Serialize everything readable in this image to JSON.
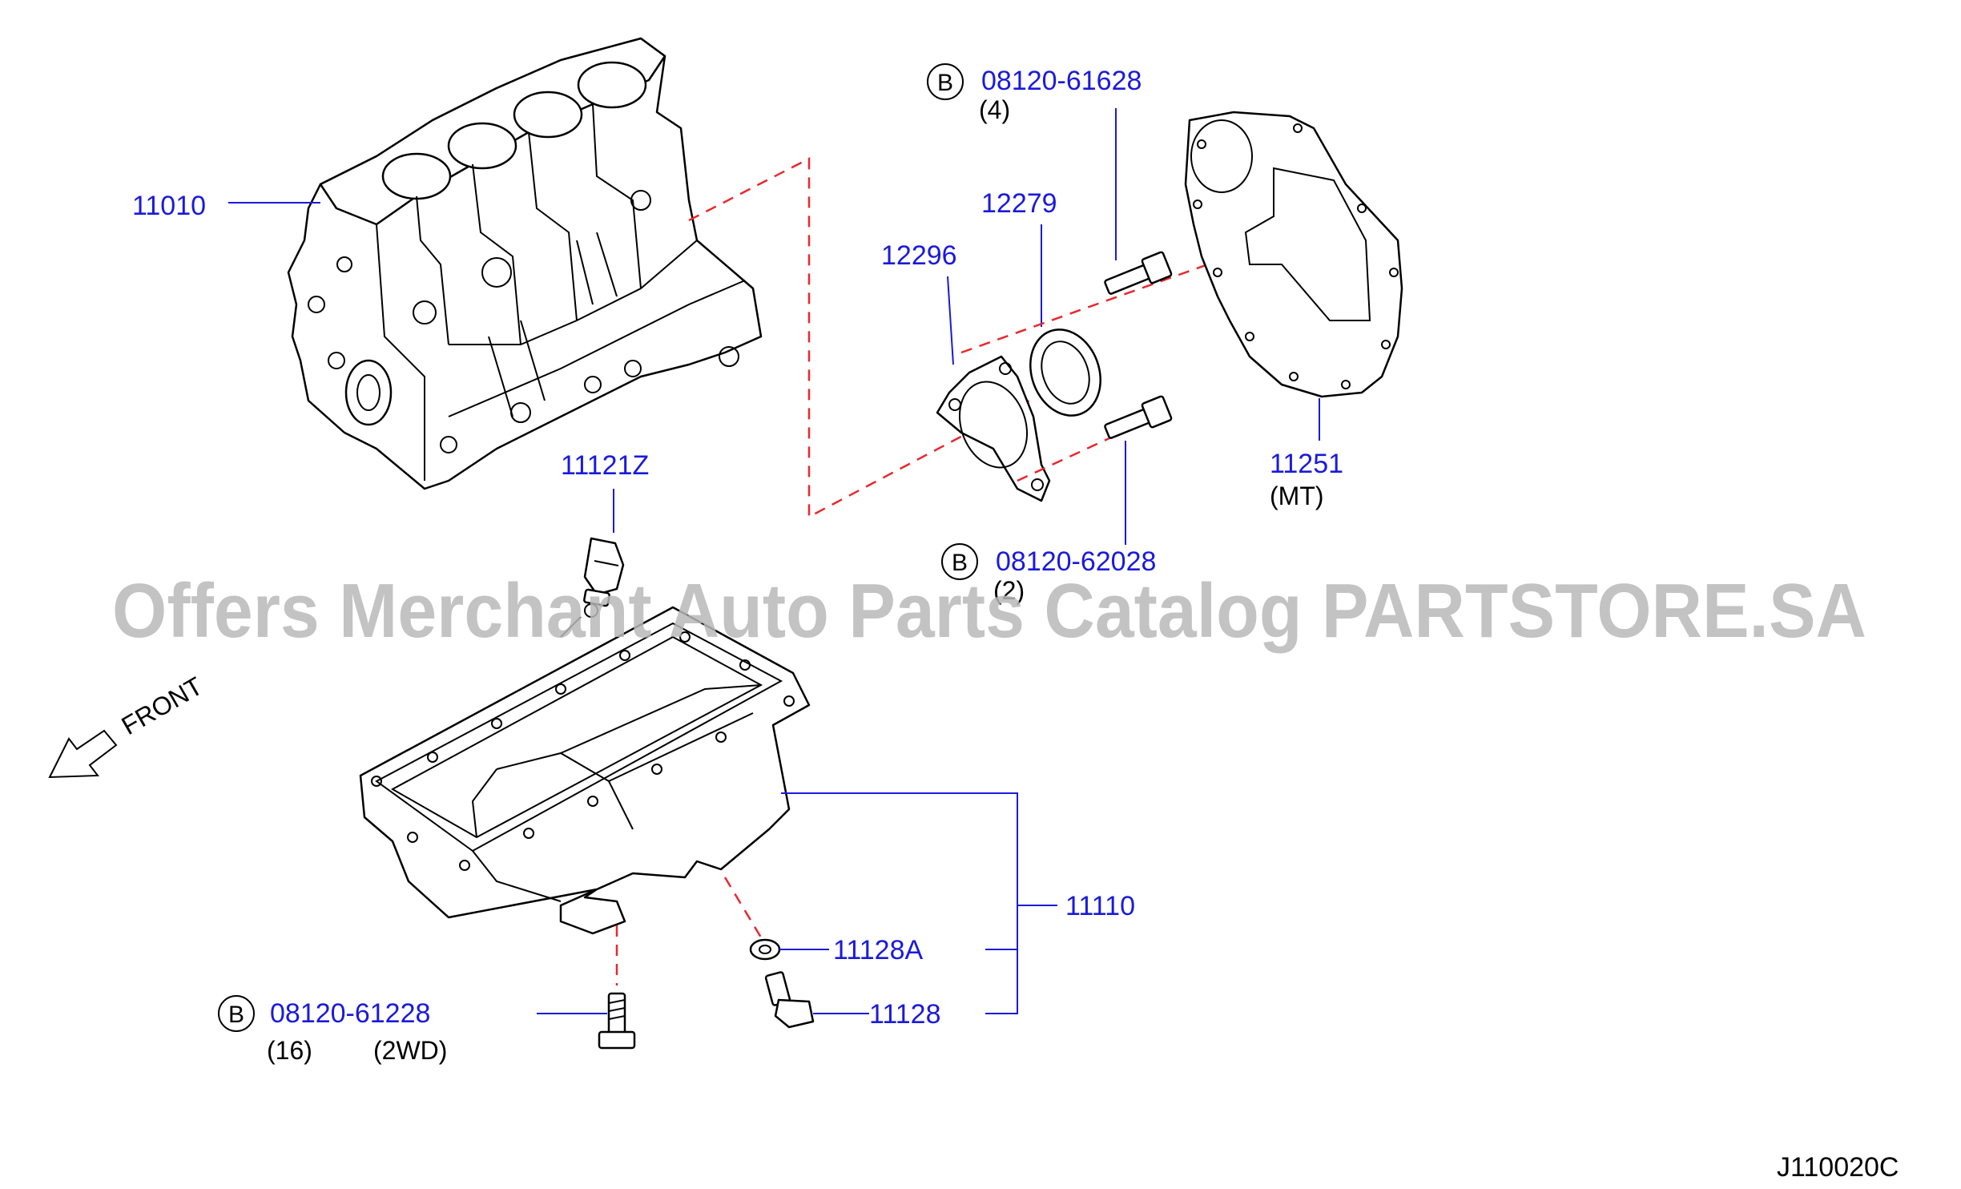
{
  "diagram": {
    "watermark": "Offers Merchant Auto Parts Catalog PARTSTORE.SA",
    "diagram_code": "J110020C",
    "direction_label": "FRONT",
    "colors": {
      "part_number": "#1a1adc",
      "guide_line": "#e8282d",
      "watermark": "#b9b9b9"
    },
    "callouts": {
      "cylinder_block": "11010",
      "bolt_top": "08120-61628",
      "bolt_top_qty": "(4)",
      "oil_seal": "12279",
      "seal_retainer": "12296",
      "rear_plate": "11251",
      "rear_plate_note": "(MT)",
      "oil_level_gauge": "11121Z",
      "bolt_mid": "08120-62028",
      "bolt_mid_qty": "(2)",
      "oil_pan": "11110",
      "drain_washer": "11128A",
      "drain_plug": "11128",
      "bolt_pan": "08120-61228",
      "bolt_pan_qty": "(16)",
      "bolt_pan_note": "(2WD)",
      "bolt_badge": "B"
    }
  }
}
